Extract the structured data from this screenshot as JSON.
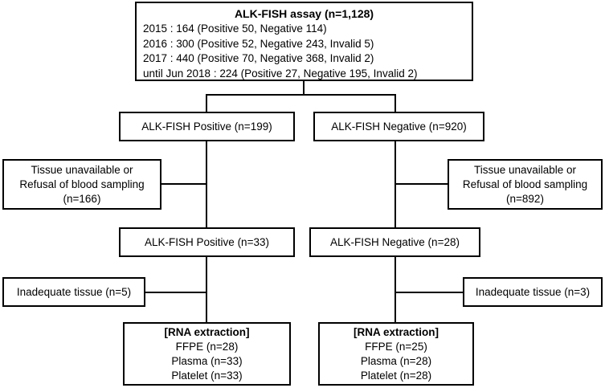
{
  "assay": {
    "title": "ALK-FISH assay (n=1,128)",
    "rows": [
      "2015 : 164 (Positive 50, Negative 114)",
      "2016 : 300 (Positive 52, Negative 243, Invalid 5)",
      "2017 : 440 (Positive 70, Negative 368, Invalid 2)",
      "until Jun 2018 : 224 (Positive 27, Negative 195, Invalid 2)"
    ]
  },
  "positive_initial": "ALK-FISH Positive (n=199)",
  "negative_initial": "ALK-FISH Negative (n=920)",
  "excluded_left": {
    "line1": "Tissue unavailable or",
    "line2": "Refusal of blood sampling",
    "line3": "(n=166)"
  },
  "excluded_right": {
    "line1": "Tissue unavailable or",
    "line2": "Refusal of blood sampling",
    "line3": "(n=892)"
  },
  "positive_final": "ALK-FISH Positive (n=33)",
  "negative_final": "ALK-FISH Negative (n=28)",
  "inadequate_left": "Inadequate tissue (n=5)",
  "inadequate_right": "Inadequate tissue (n=3)",
  "rna_left": {
    "header": "[RNA extraction]",
    "ffpe": "FFPE (n=28)",
    "plasma": "Plasma (n=33)",
    "platelet": "Platelet (n=33)"
  },
  "rna_right": {
    "header": "[RNA extraction]",
    "ffpe": "FFPE (n=25)",
    "plasma": "Plasma (n=28)",
    "platelet": "Platelet (n=28)"
  }
}
